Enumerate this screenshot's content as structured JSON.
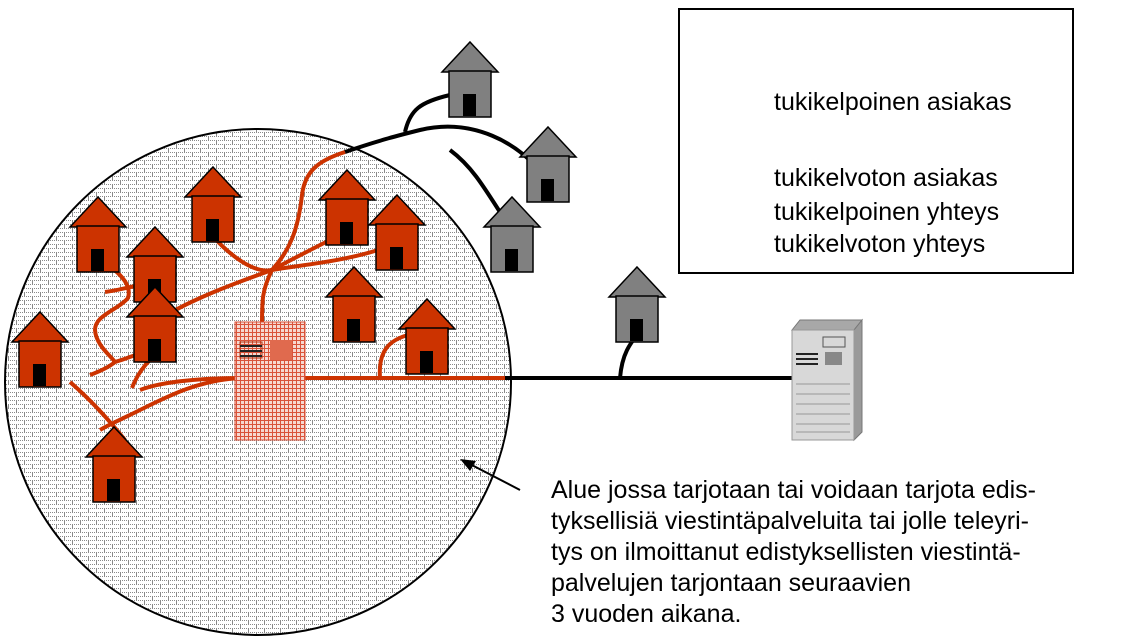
{
  "colors": {
    "eligible_house": "#808080",
    "ineligible_house": "#cc3300",
    "eligible_line": "#000000",
    "ineligible_line": "#cc3300",
    "area_border": "#000000",
    "area_pattern": "#888888",
    "server": "#c8c8c8"
  },
  "legend": {
    "eligible_customer": "tukikelpoinen asiakas",
    "ineligible_customer": "tukikelvoton asiakas",
    "eligible_connection": "tukikelpoinen yhteys",
    "ineligible_connection": "tukikelvoton yhteys"
  },
  "caption": {
    "lines": [
      "Alue jossa tarjotaan tai voidaan tarjota edis-",
      "tyksellisiä viestintäpalveluita tai jolle teleyri-",
      "tys on ilmoittanut edistyksellisten viestintä-",
      "palvelujen tarjontaan seuraavien",
      "3 vuoden aikana."
    ]
  }
}
